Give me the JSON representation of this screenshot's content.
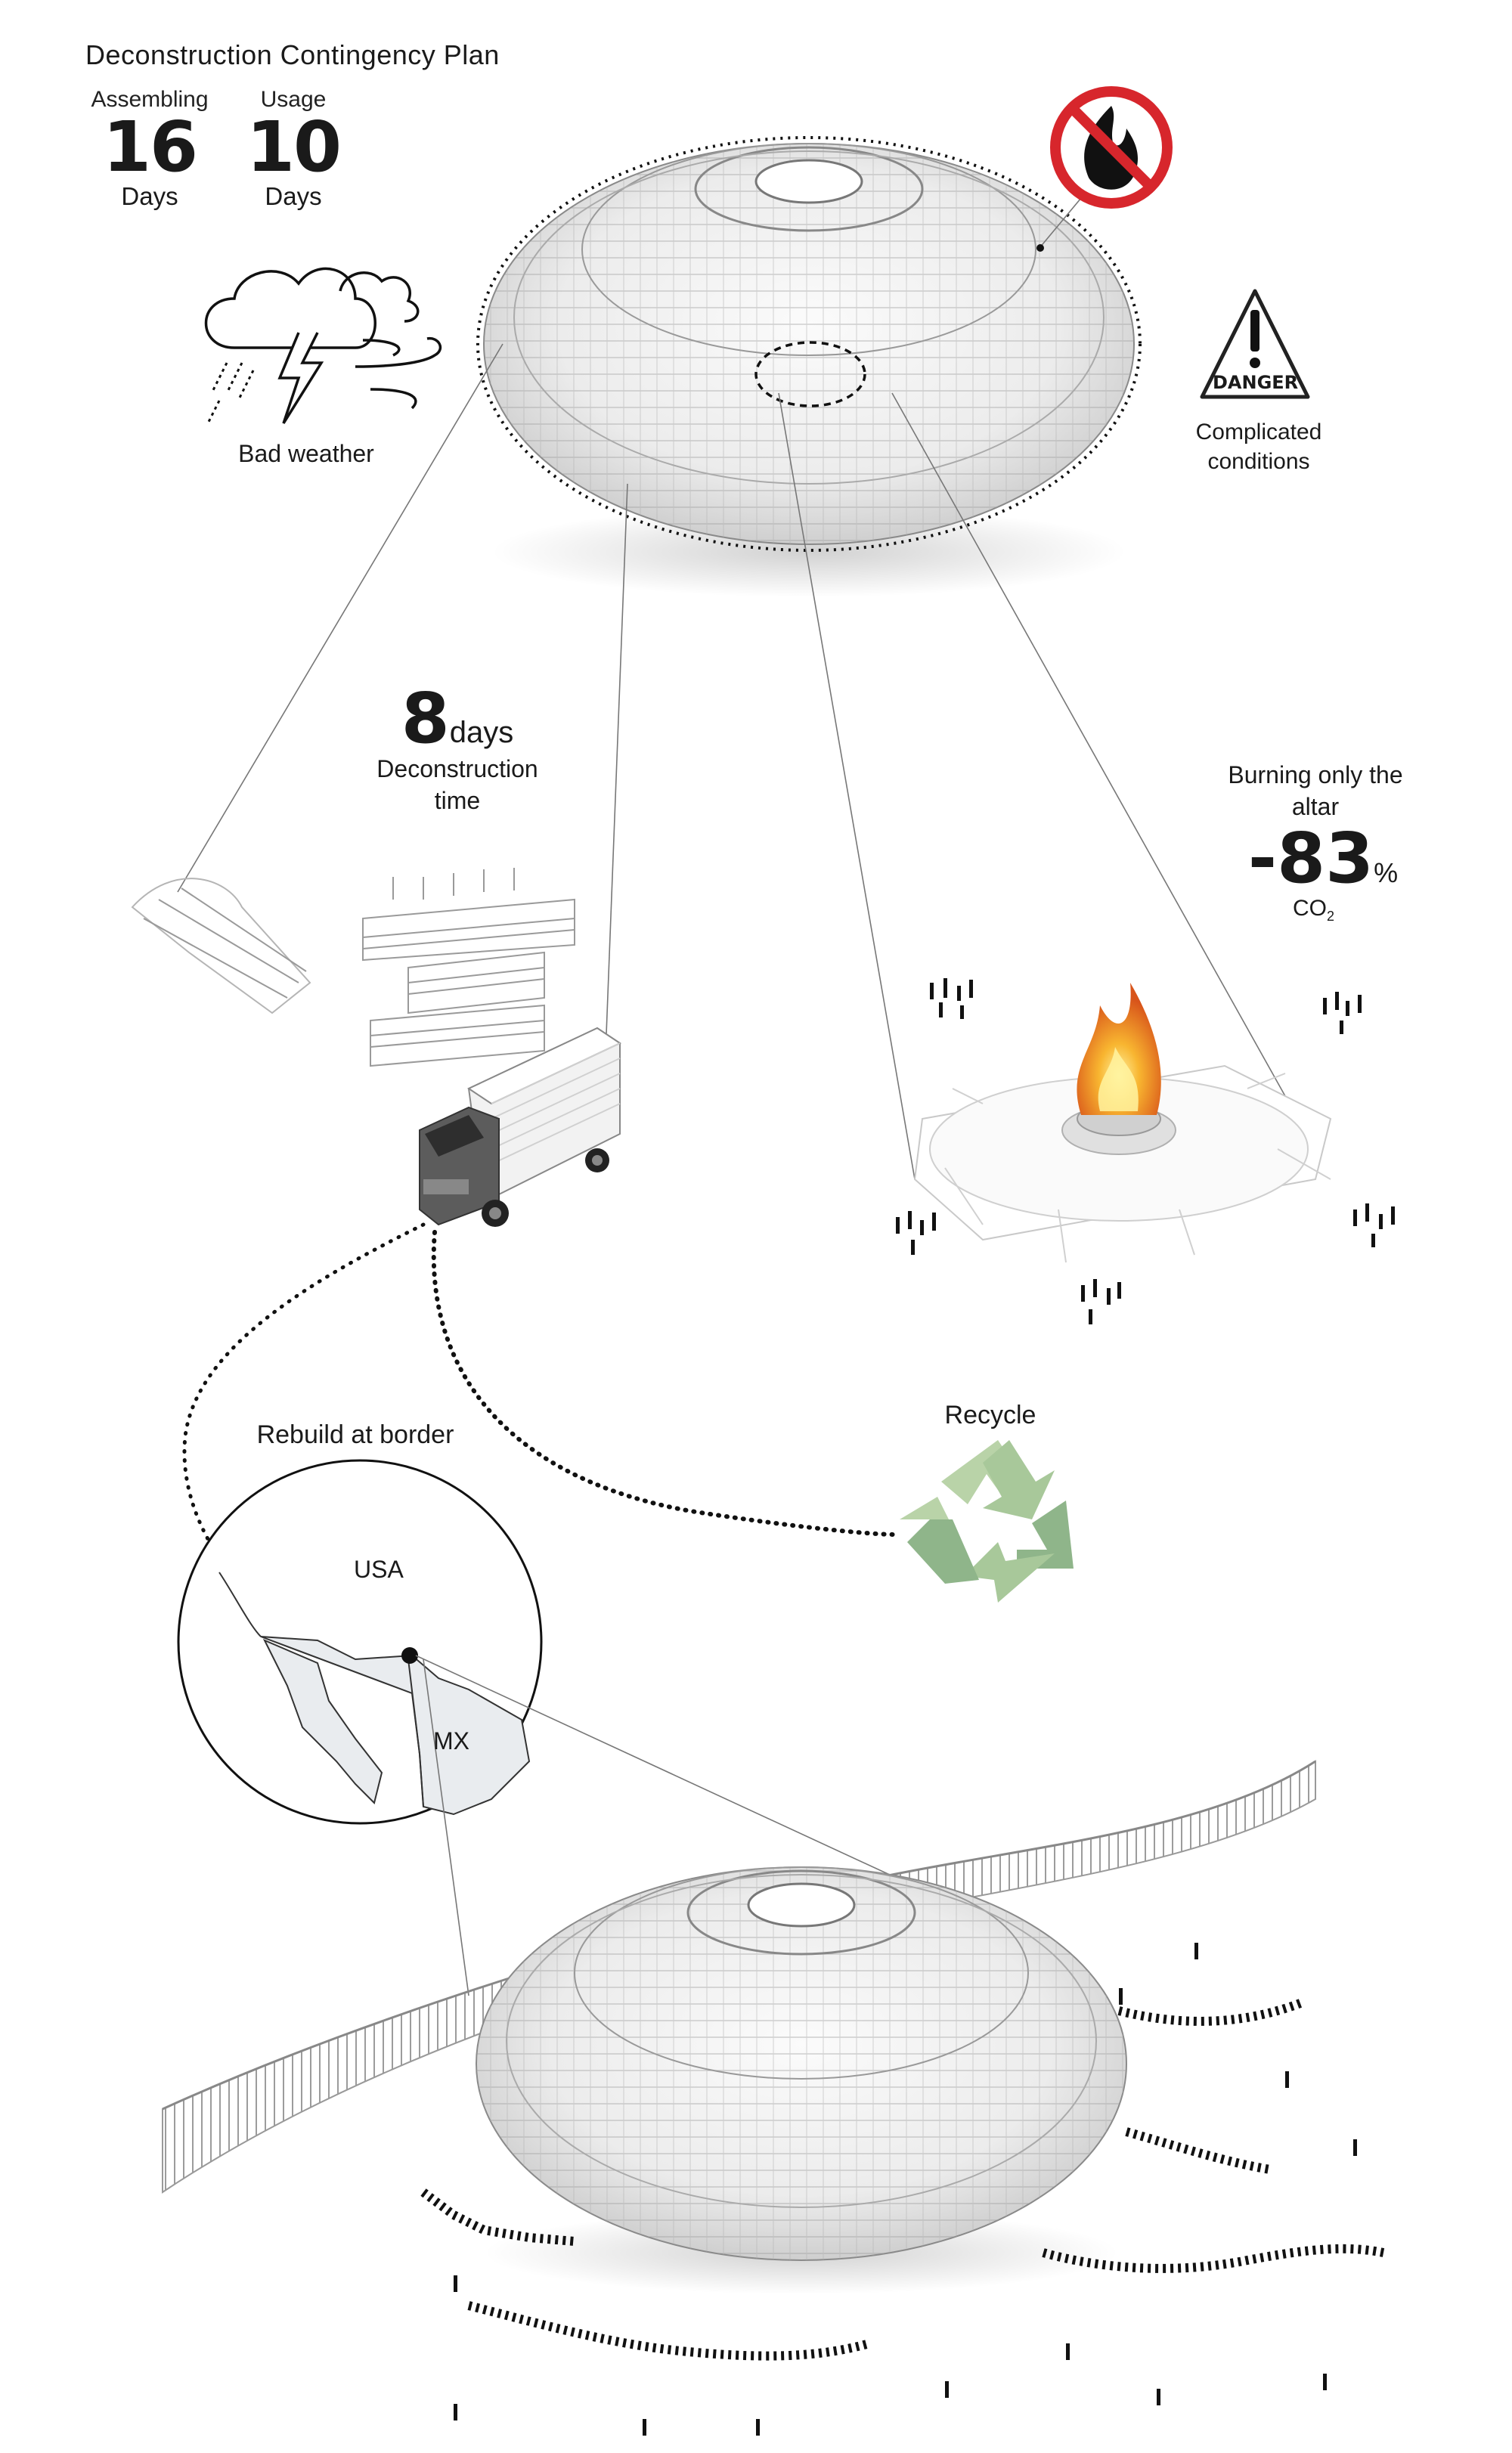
{
  "title": "Deconstruction Contingency Plan",
  "stats": [
    {
      "label": "Assembling",
      "value": "16",
      "unit": "Days"
    },
    {
      "label": "Usage",
      "value": "10",
      "unit": "Days"
    }
  ],
  "hazards": {
    "weather_label": "Bad weather",
    "danger_sign": "DANGER",
    "conditions_label": "Complicated conditions"
  },
  "deconstruction": {
    "value": "8",
    "unit": "days",
    "label": "Deconstruction time"
  },
  "burning": {
    "label": "Burning only the altar",
    "sign": "-",
    "value": "83",
    "unit": "%",
    "gas": "CO",
    "gas_sub": "2"
  },
  "recycle": {
    "label": "Recycle",
    "colors": [
      "#a8c89a",
      "#8fb58a",
      "#b9d3a8"
    ]
  },
  "map": {
    "label": "Rebuild at border",
    "north": "USA",
    "south": "MX"
  },
  "icons": [
    "no-fire-icon",
    "storm-cloud-icon",
    "danger-sign-icon",
    "truck-icon",
    "bonfire-icon",
    "recycle-icon",
    "people-silhouettes-icon"
  ],
  "colors": {
    "no_fire_red": "#d7262c",
    "fire_orange": "#f08a1c",
    "map_fill": "#e9ecef"
  }
}
